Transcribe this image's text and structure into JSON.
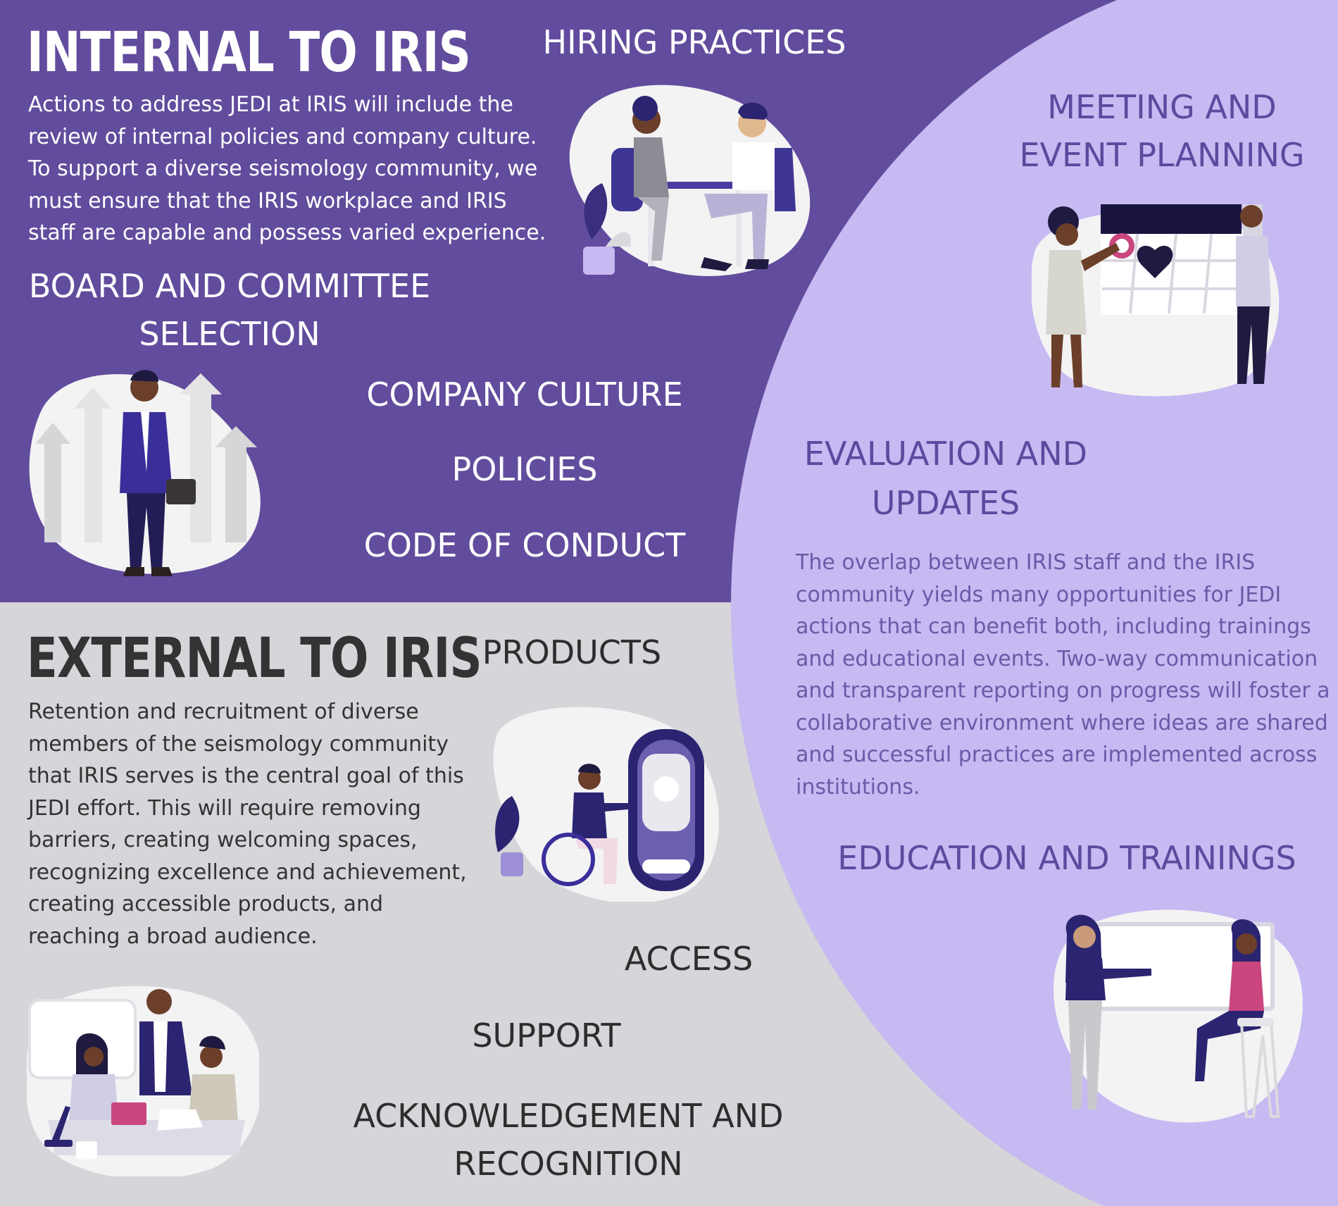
{
  "internal": {
    "heading": "INTERNAL TO IRIS",
    "body": "Actions to address JEDI at IRIS will include the review of internal policies and company culture. To support a diverse seismology community, we must ensure that the IRIS workplace and IRIS staff are capable and possess varied experience.",
    "hiring": "HIRING PRACTICES",
    "board_line1": "BOARD AND COMMITTEE",
    "board_line2": "SELECTION",
    "culture": "COMPANY CULTURE",
    "policies": "POLICIES",
    "conduct": "CODE OF CONDUCT"
  },
  "external": {
    "heading": "EXTERNAL TO IRIS",
    "body": "Retention and recruitment of diverse members of the seismology community that IRIS serves is the central goal of this JEDI effort. This will require removing barriers, creating welcoming spaces, recognizing excellence and achievement, creating accessible products, and reaching a broad audience.",
    "products": "PRODUCTS",
    "access": "ACCESS",
    "support": "SUPPORT",
    "ack_line1": "ACKNOWLEDGEMENT AND",
    "ack_line2": "RECOGNITION"
  },
  "overlap": {
    "meeting_line1": "MEETING AND",
    "meeting_line2": "EVENT PLANNING",
    "eval_line1": "EVALUATION AND",
    "eval_line2": "UPDATES",
    "body": "The overlap between IRIS staff and the IRIS community yields many opportunities for JEDI actions that can benefit both, including trainings and educational events. Two-way communication and transparent reporting on progress will foster a collaborative environment where ideas are shared and successful practices are implemented across institutions.",
    "education": "EDUCATION AND TRAININGS"
  },
  "colors": {
    "internal_bg": "#624c9d",
    "external_bg": "#d6d5da",
    "overlap_bg": "#c7b9f2",
    "accent_navy": "#2a2470",
    "accent_pink": "#c9467e"
  },
  "illustrations": {
    "hiring": "two-people-at-table-illustration",
    "board": "businessman-with-arrows-illustration",
    "meeting": "people-at-calendar-illustration",
    "products": "wheelchair-user-with-phone-illustration",
    "support": "team-at-desk-illustration",
    "education": "teacher-and-student-at-whiteboard-illustration"
  }
}
